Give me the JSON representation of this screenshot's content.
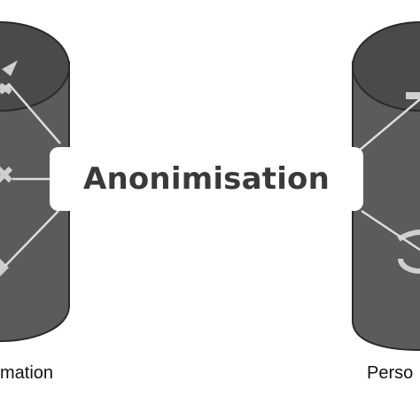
{
  "diagram": {
    "center_label": "Anonimisation",
    "left_caption": "mation",
    "right_caption": "Perso"
  },
  "colors": {
    "cylinder_body": "#5b5b5b",
    "cylinder_top": "#4a4a4a",
    "cylinder_outline": "#2b2b2b",
    "connector": "#dcdcdc",
    "card": "#ffffff",
    "text": "#3a3a3a"
  },
  "icons": [
    "data-cylinder-icon",
    "arrow-icon",
    "cross-icon",
    "curved-arrow-icon"
  ]
}
